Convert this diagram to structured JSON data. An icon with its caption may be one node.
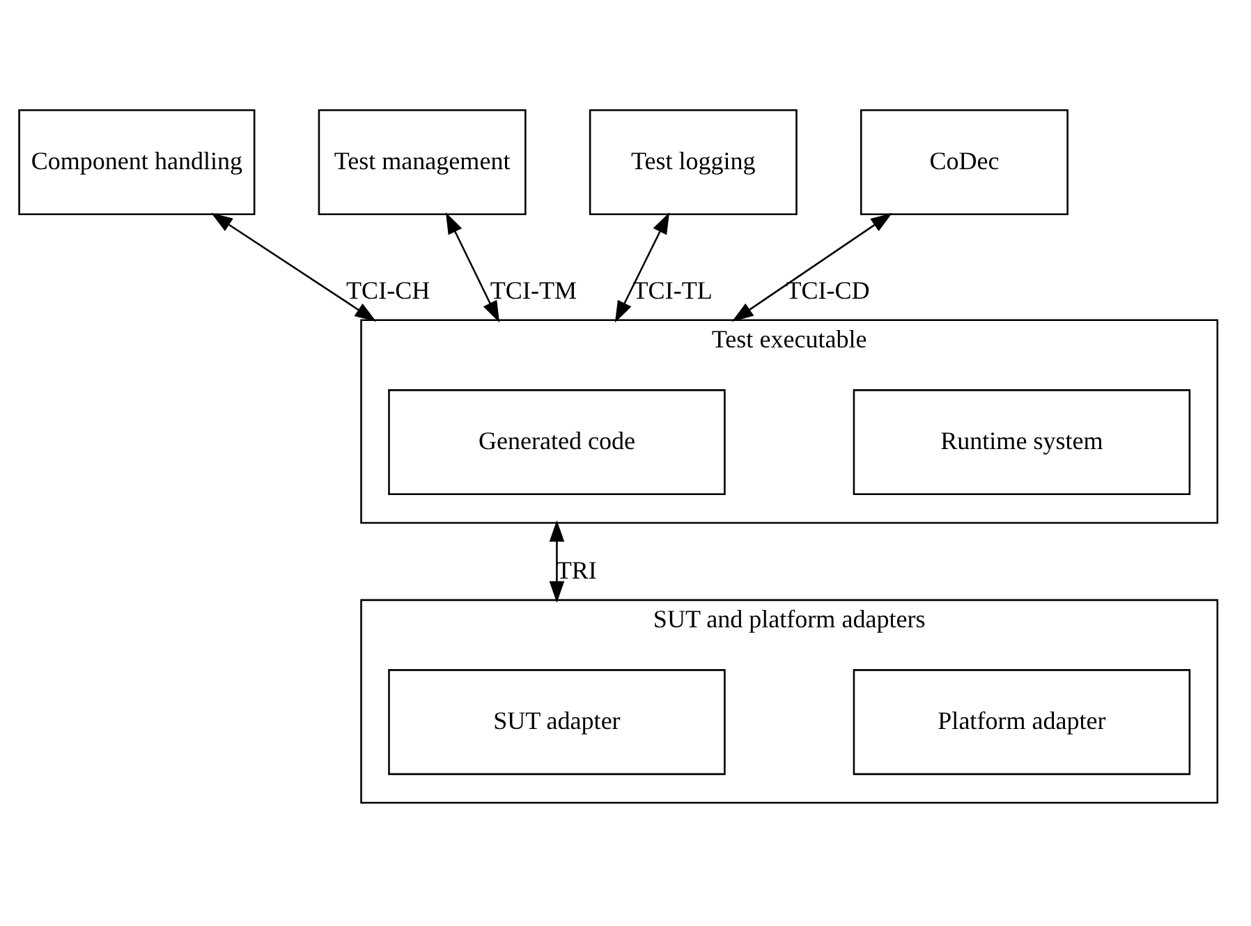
{
  "diagram": {
    "nodes": [
      {
        "text": [
          "Component handling"
        ]
      },
      {
        "text": [
          "Test management"
        ]
      },
      {
        "text": [
          "Test logging"
        ]
      },
      {
        "text": [
          "CoDec"
        ]
      },
      {
        "text": [
          "Test executable"
        ]
      },
      {
        "text": [
          "Generated code"
        ],
        "in": 4
      },
      {
        "text": [
          "Runtime system"
        ],
        "in": 4
      },
      {
        "text": [
          "SUT and platform adapters"
        ]
      },
      {
        "text": [
          "SUT adapter"
        ],
        "in": 7
      },
      {
        "text": [
          "Platform adapter"
        ],
        "in": 7
      }
    ],
    "edges": [
      {
        "from": 0,
        "to": 4,
        "arrow": "both",
        "label": "TCI-CH"
      },
      {
        "from": 1,
        "to": 4,
        "arrow": "both",
        "label": "TCI-TM"
      },
      {
        "from": 2,
        "to": 4,
        "arrow": "both",
        "label": "TCI-TL"
      },
      {
        "from": 3,
        "to": 4,
        "arrow": "both",
        "label": "TCI-CD"
      },
      {
        "from": 4,
        "to": 7,
        "arrow": "both",
        "label": "TRI"
      }
    ]
  }
}
